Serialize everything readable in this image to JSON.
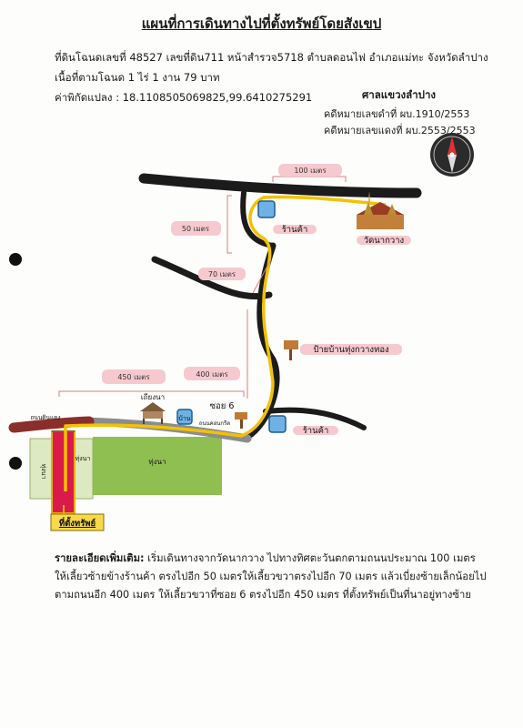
{
  "title": "แผนที่การเดินทางไปที่ตั้งทรัพย์โดยสังเขป",
  "header": {
    "line1": "ที่ดินโฉนดเลขที่ 48527 เลขที่ดิน711 หน้าสำรวจ5718  ตำบลดอนไฟ  อำเภอแม่ทะ  จังหวัดลำปาง",
    "line2": "เนื้อที่ตามโฉนด    1 ไร่ 1 งาน 79 บาท",
    "line3": "ค่าพิกัดแปลง :  18.1108505069825,99.6410275291"
  },
  "court": {
    "name": "ศาลแขวงลำปาง",
    "case_black": "คดีหมายเลขดำที่   ผบ.1910/2553",
    "case_red": "คดีหมายเลขแดงที่  ผบ.2553/2553"
  },
  "map": {
    "dist_100": "100 เมตร",
    "dist_50": "50 เมตร",
    "dist_70": "70 เมตร",
    "dist_400": "400 เมตร",
    "dist_450": "450 เมตร",
    "shop_top": "ร้านค้า",
    "temple": "วัดนากวาง",
    "sign": "ป้ายบ้านทุ่งกวางทอง",
    "soi": "ซอย 6",
    "shop_bottom": "ร้านค้า",
    "hut": "เถียงนา",
    "house": "บ้าน",
    "road_dirt": "ถนนดินแดง",
    "road_concrete": "ถนนคอนกรีต",
    "field_left": "ทุ่งนา",
    "field_mid": "ทุ่งนา",
    "field_right": "ทุ่งนา",
    "property": "ที่ตั้งทรัพย์",
    "colors": {
      "route": "#f2c200",
      "road": "#1b1b1b",
      "field": "#8fbf50",
      "property": "#d91a4a",
      "label_bg": "#f6c9cf"
    }
  },
  "description": {
    "label": "รายละเอียดเพิ่มเติม:",
    "text": "เริ่มเดินทางจากวัดนากวาง ไปทางทิศตะวันตกตามถนนประมาณ 100 เมตร ให้เลี้ยวซ้ายข้างร้านค้า ตรงไปอีก 50 เมตรให้เลี้ยวขวาตรงไปอีก 70 เมตร แล้วเบี่ยงซ้ายเล็กน้อยไปตามถนนอีก 400 เมตร ให้เลี้ยวขวาที่ซอย 6 ตรงไปอีก 450 เมตร ที่ตั้งทรัพย์เป็นที่นาอยู่ทางซ้าย"
  }
}
